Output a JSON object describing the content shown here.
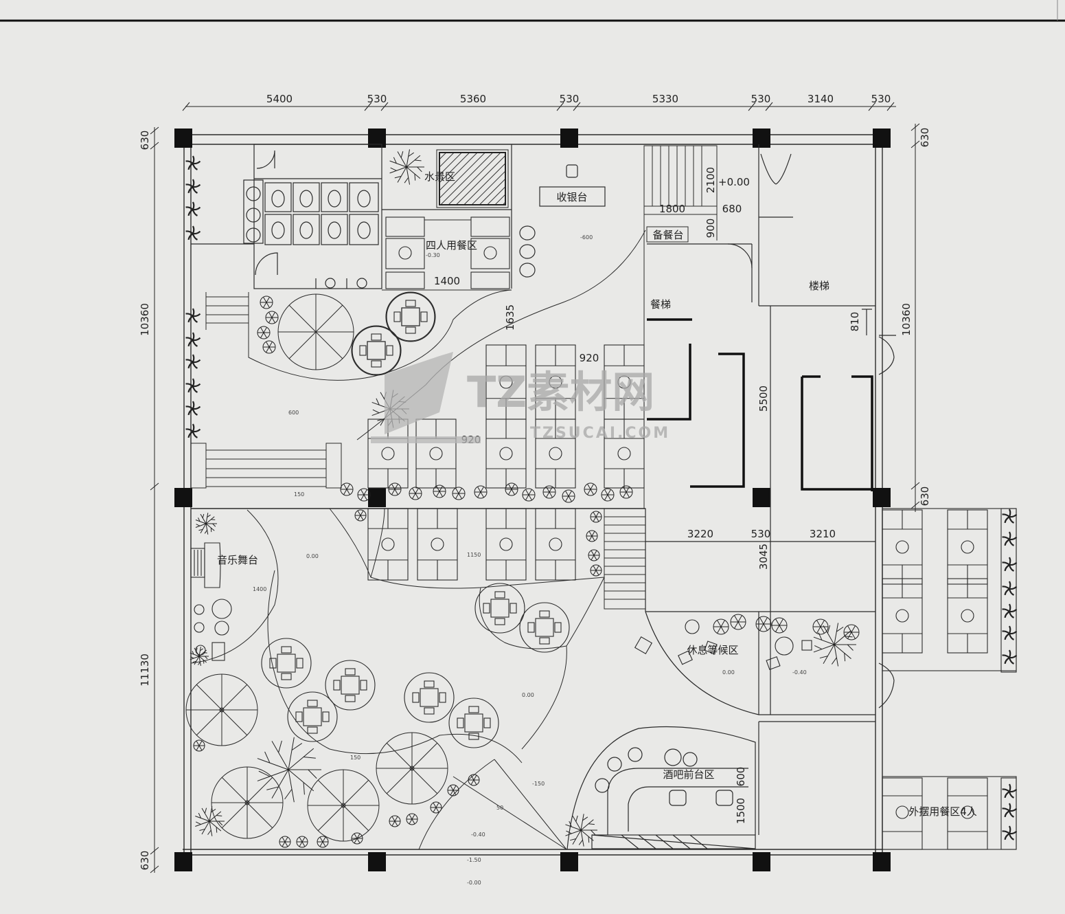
{
  "dimensions": {
    "top": [
      "5400",
      "530",
      "5360",
      "530",
      "5330",
      "530",
      "3140",
      "530"
    ],
    "left": [
      "630",
      "10360",
      "11130",
      "630"
    ],
    "right": [
      "630",
      "10360",
      "630"
    ],
    "interior": {
      "stair_2100": "2100",
      "stair_1800": "1800",
      "stair_680": "680",
      "stair_900": "900",
      "dining_1400": "1400",
      "aisle_1635": "1635",
      "aisle_920_a": "920",
      "aisle_920_b": "920",
      "core_5500": "5500",
      "core_810": "810",
      "lower_3220": "3220",
      "lower_530": "530",
      "lower_3210": "3210",
      "lower_3045": "3045",
      "bar_600": "600",
      "bar_1500": "1500"
    }
  },
  "rooms": {
    "water_feature": "水景区",
    "cashier": "收银台",
    "four_person_dining": "四人用餐区",
    "elevation_mark": "+0.00",
    "service_counter": "备餐台",
    "dumbwaiter": "餐梯",
    "staircase": "楼梯",
    "music_stage": "音乐舞台",
    "leisure_waiting": "休息等候区",
    "bar_front": "酒吧前台区",
    "outdoor_dining": "外摆用餐区4人"
  },
  "watermark": {
    "brand": "TZ素材网",
    "site": "TZSUCAI.COM"
  },
  "colors": {
    "paper": "#e9e9e7",
    "line": "#2a2a2a",
    "column": "#111111",
    "watermark": "#b5b5b5"
  }
}
